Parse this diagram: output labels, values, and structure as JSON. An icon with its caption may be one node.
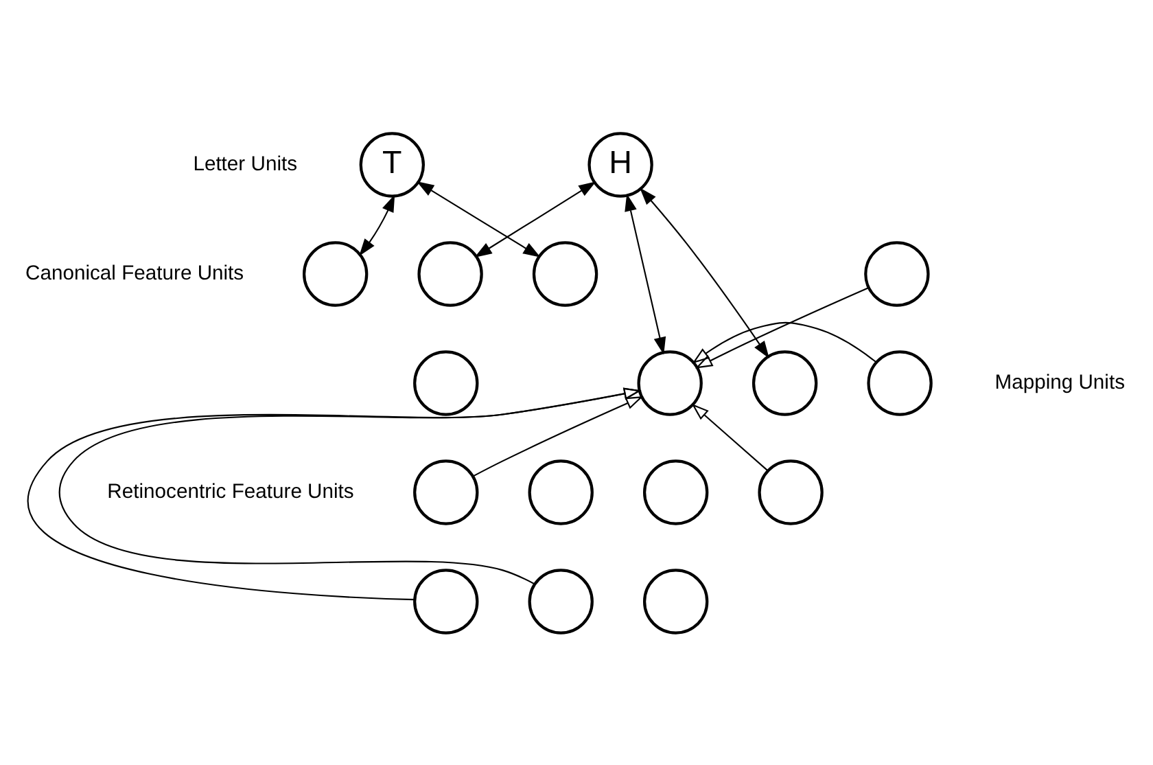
{
  "diagram": {
    "nodes": [
      {
        "text": [
          "T"
        ]
      },
      {
        "text": [
          "H"
        ]
      },
      {
        "text": [],
        "shape": "circle"
      },
      {
        "text": [],
        "shape": "circle"
      },
      {
        "text": [],
        "shape": "circle"
      },
      {
        "text": [],
        "shape": "circle"
      },
      {
        "text": [],
        "shape": "circle"
      },
      {
        "text": [],
        "shape": "circle"
      },
      {
        "text": [],
        "shape": "circle"
      },
      {
        "text": [],
        "shape": "circle"
      },
      {
        "text": [],
        "shape": "circle"
      },
      {
        "text": [],
        "shape": "circle"
      },
      {
        "text": [],
        "shape": "circle"
      },
      {
        "text": [],
        "shape": "circle"
      },
      {
        "text": [],
        "shape": "circle"
      },
      {
        "text": [],
        "shape": "circle"
      },
      {
        "text": [],
        "shape": "circle"
      }
    ],
    "edges": [
      {
        "from": 0,
        "to": 2,
        "arrow": "both"
      },
      {
        "from": 0,
        "to": 4,
        "arrow": "both"
      },
      {
        "from": 1,
        "to": 3,
        "arrow": "both"
      },
      {
        "from": 1,
        "to": 7,
        "arrow": "both"
      },
      {
        "from": 1,
        "to": 8,
        "arrow": "both"
      },
      {
        "from": 10,
        "to": 7,
        "arrow": "to"
      },
      {
        "from": 14,
        "to": 7,
        "arrow": "to"
      },
      {
        "from": 15,
        "to": 7,
        "arrow": "to"
      },
      {
        "from": 5,
        "to": 7,
        "arrow": "to"
      },
      {
        "from": 9,
        "to": 7,
        "arrow": "to"
      },
      {
        "from": 13,
        "to": 7,
        "arrow": "to"
      }
    ],
    "labels": [
      "Letter Units",
      "Canonical Feature Units",
      "Mapping Units",
      "Retinocentric Feature Units"
    ]
  }
}
